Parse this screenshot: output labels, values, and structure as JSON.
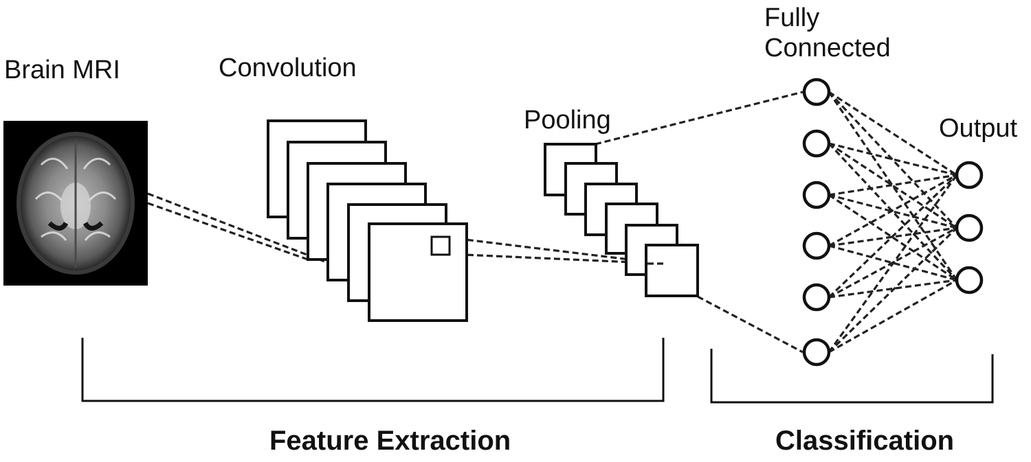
{
  "labels": {
    "input": "Brain MRI",
    "convolution": "Convolution",
    "pooling": "Pooling",
    "fully_connected_line1": "Fully",
    "fully_connected_line2": "Connected",
    "output": "Output",
    "feature_extraction": "Feature Extraction",
    "classification": "Classification"
  },
  "network": {
    "convolution_feature_maps": 6,
    "pooling_feature_maps": 6,
    "fully_connected_nodes": 6,
    "output_nodes": 3
  },
  "colors": {
    "line": "#111111",
    "mri_background": "#000000"
  }
}
